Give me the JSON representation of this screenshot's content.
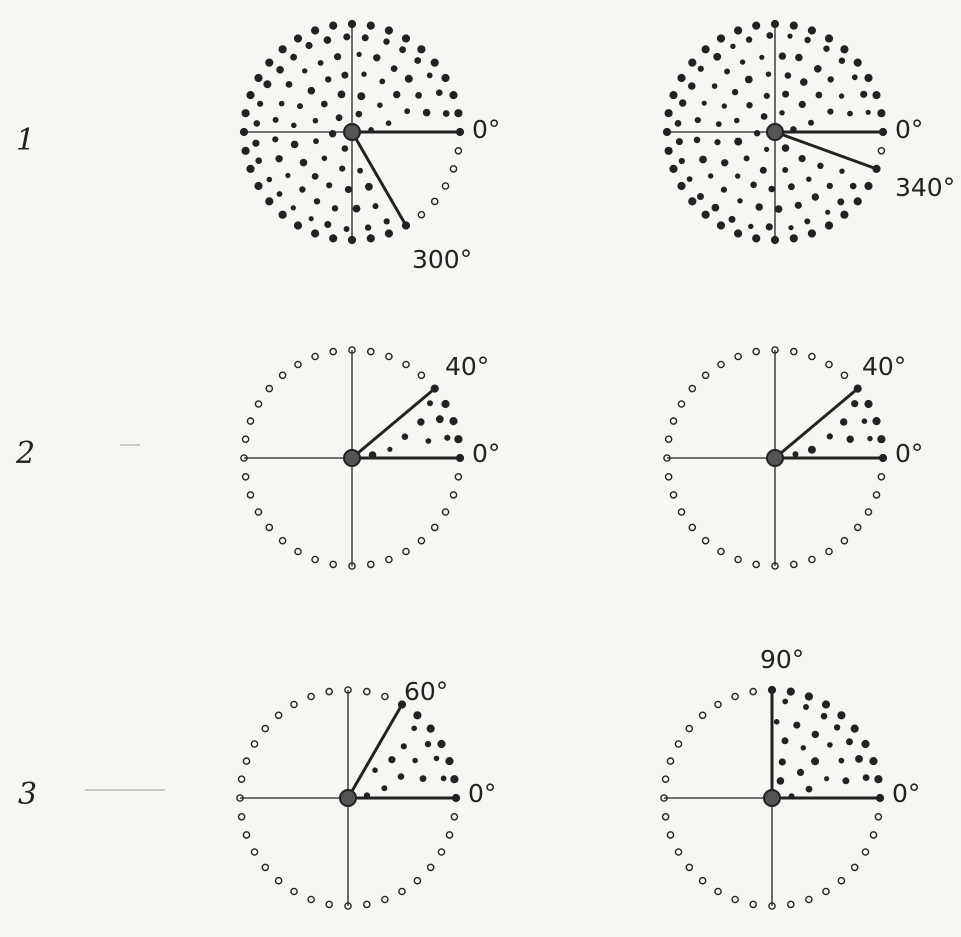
{
  "rows": [
    {
      "label": "1",
      "diagrams": [
        {
          "start_deg": 0,
          "end_deg": 300,
          "labels": [
            "0°",
            "300°"
          ]
        },
        {
          "start_deg": 0,
          "end_deg": 340,
          "labels": [
            "0°",
            "340°"
          ]
        }
      ]
    },
    {
      "label": "2",
      "diagrams": [
        {
          "start_deg": 0,
          "end_deg": 40,
          "labels": [
            "0°",
            "40°"
          ]
        },
        {
          "start_deg": 0,
          "end_deg": 40,
          "labels": [
            "0°",
            "40°"
          ]
        }
      ]
    },
    {
      "label": "3",
      "diagrams": [
        {
          "start_deg": 0,
          "end_deg": 60,
          "labels": [
            "0°",
            "60°"
          ]
        },
        {
          "start_deg": 0,
          "end_deg": 90,
          "labels": [
            "0°",
            "90°"
          ]
        }
      ]
    }
  ],
  "colors": {
    "ink": "#222222",
    "paper": "#f7f6f2"
  }
}
